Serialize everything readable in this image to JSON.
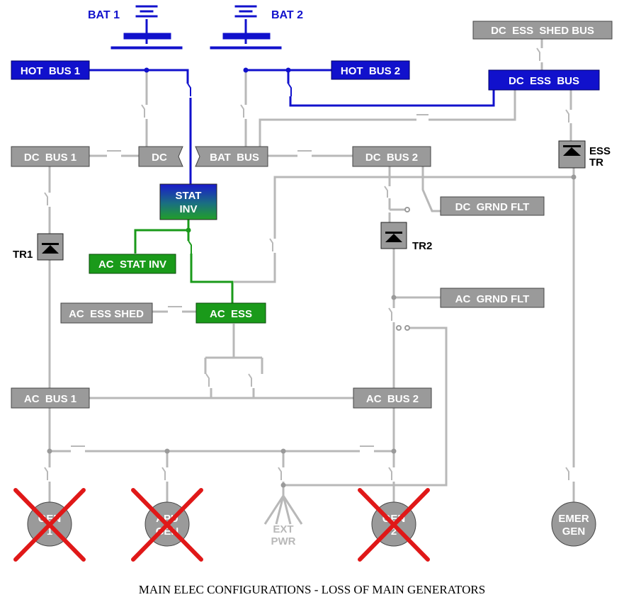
{
  "colors": {
    "dc_power": "#1111cc",
    "ac_power": "#1a9a1a",
    "unpowered": "#9a9a9a",
    "unpowered_line": "#b8b8b8",
    "failed_cross": "#e01818",
    "box_border": "#444444"
  },
  "batteries": {
    "bat1": "BAT 1",
    "bat2": "BAT 2"
  },
  "buses": {
    "hot_bus_1": "HOT  BUS 1",
    "hot_bus_2": "HOT  BUS 2",
    "dc_ess_shed_bus": "DC  ESS  SHED BUS",
    "dc_ess_bus": "DC  ESS  BUS",
    "dc_bus_1": "DC  BUS 1",
    "dc_tie": "DC",
    "bat_bus": "BAT  BUS",
    "dc_bus_2": "DC  BUS 2",
    "dc_grnd_flt": "DC  GRND FLT",
    "ac_stat_inv": "AC  STAT INV",
    "ac_ess_shed": "AC  ESS SHED",
    "ac_ess": "AC  ESS",
    "ac_grnd_flt": "AC  GRND FLT",
    "ac_bus_1": "AC  BUS 1",
    "ac_bus_2": "AC  BUS 2"
  },
  "stat_inv": {
    "line1": "STAT",
    "line2": "INV"
  },
  "transformers": {
    "tr1": "TR1",
    "tr2": "TR2",
    "ess_tr_1": "ESS",
    "ess_tr_2": "TR"
  },
  "sources": {
    "gen1": {
      "line1": "GEN",
      "line2": "1",
      "failed": true
    },
    "apu_gen": {
      "line1": "APU",
      "line2": "GEN",
      "failed": true
    },
    "ext_pwr": {
      "line1": "EXT",
      "line2": "PWR"
    },
    "gen2": {
      "line1": "GEN",
      "line2": "2",
      "failed": true
    },
    "emer_gen": {
      "line1": "EMER",
      "line2": "GEN",
      "failed": false
    }
  },
  "caption": "MAIN ELEC CONFIGURATIONS - LOSS OF MAIN GENERATORS"
}
